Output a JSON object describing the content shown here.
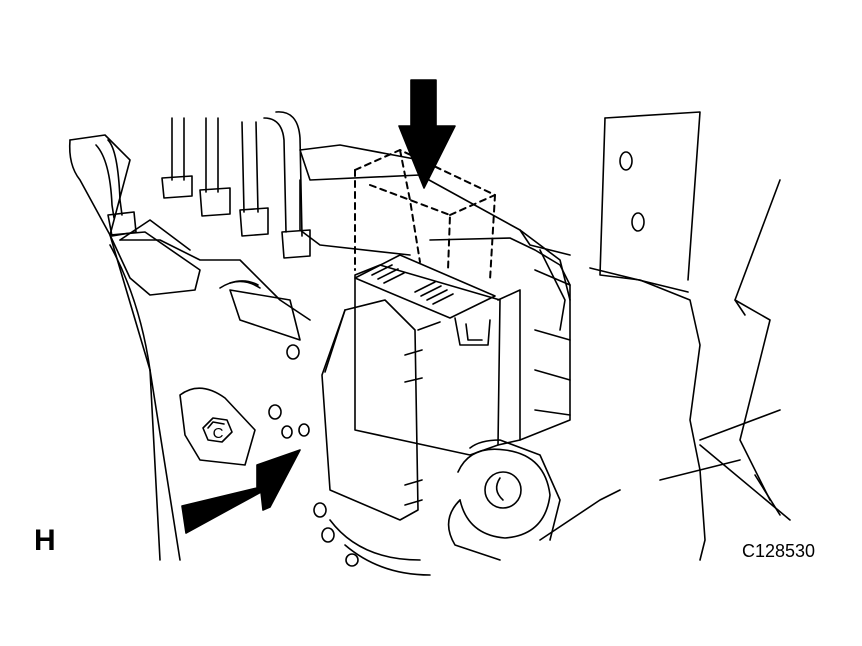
{
  "figure": {
    "view_letter": "H",
    "figure_id": "C128530",
    "callouts": [
      {
        "label": "C"
      }
    ]
  },
  "colors": {
    "line": "#000000",
    "background": "#ffffff",
    "arrow": "#000000"
  },
  "icons": [
    "down-arrow-icon",
    "right-arrow-icon",
    "nut-icon"
  ]
}
